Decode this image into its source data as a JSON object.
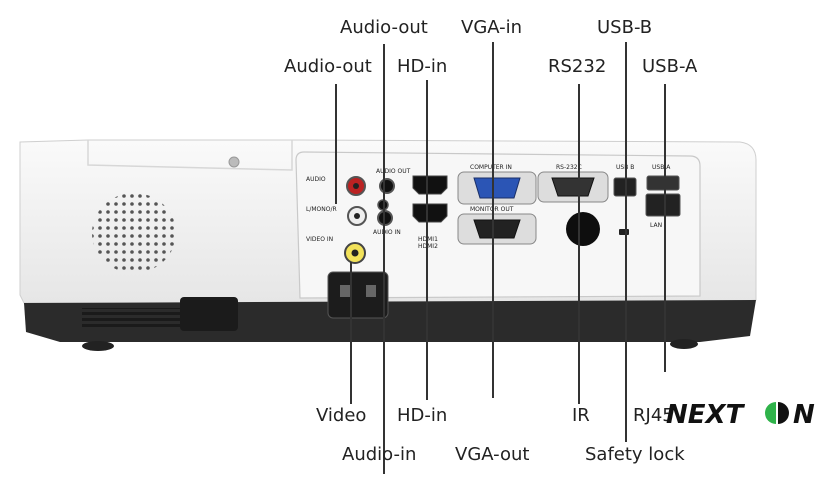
{
  "labels": {
    "audio_out_1": "Audio-out",
    "audio_out_2": "Audio-out",
    "vga_in": "VGA-in",
    "usb_b": "USB-B",
    "hd_in_top": "HD-in",
    "rs232": "RS232",
    "usb_a": "USB-A",
    "video": "Video",
    "hd_in_bottom": "HD-in",
    "ir": "IR",
    "rj45": "RJ45",
    "audio_in": "Audio-in",
    "vga_out": "VGA-out",
    "safety_lock": "Safety lock"
  },
  "panel_text": {
    "audio_out": "AUDIO OUT",
    "audio": "AUDIO",
    "l_mono_r": "L/MONO/R",
    "video_in": "VIDEO IN",
    "audio_in": "AUDIO IN",
    "hdmi": "HDMI1",
    "hdmi2": "HDMI2",
    "computer_in": "COMPUTER IN",
    "monitor_out": "MONITOR OUT",
    "rs232c": "RS-232C",
    "usb_b": "USB B",
    "usb_a": "USB A",
    "lan": "LAN"
  },
  "logo": {
    "text_left": "NEXT",
    "text_right": "N"
  },
  "colors": {
    "body_white": "#f1f1f1",
    "body_dark": "#2a2a2a",
    "logo_green": "#2fb34a",
    "logo_black": "#111111"
  }
}
